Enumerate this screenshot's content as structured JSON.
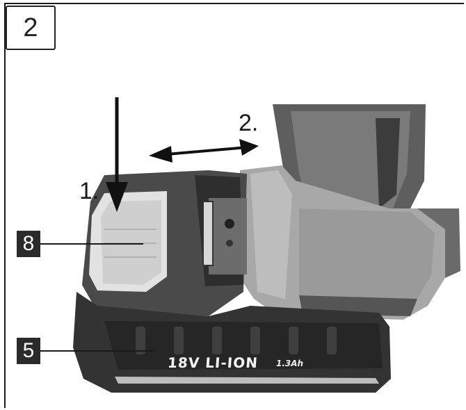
{
  "figure": {
    "step_number": "2",
    "step_1_label": "1.",
    "step_2_label": "2.",
    "callout_release_button": "8",
    "callout_battery": "5"
  },
  "battery_label": {
    "main": "18V LI-ION",
    "capacity": "1.3Ah"
  }
}
